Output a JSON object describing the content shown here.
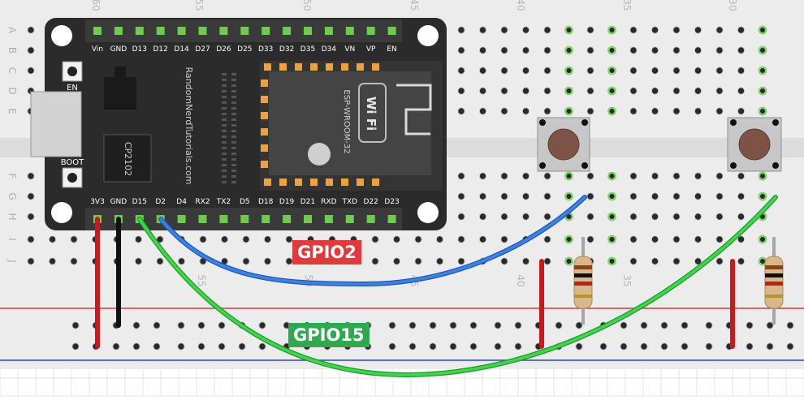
{
  "breadboard": {
    "row_letters": [
      "A",
      "B",
      "C",
      "D",
      "E",
      "F",
      "G",
      "H",
      "I",
      "J"
    ],
    "column_numbers_top": [
      "60",
      "55",
      "50",
      "45",
      "40",
      "35",
      "30"
    ],
    "column_numbers_bottom": [
      "55",
      "50",
      "45",
      "40",
      "35"
    ]
  },
  "board": {
    "top_pins": [
      "Vin",
      "GND",
      "D13",
      "D12",
      "D14",
      "D27",
      "D26",
      "D25",
      "D33",
      "D32",
      "D35",
      "D34",
      "VN",
      "VP",
      "EN"
    ],
    "bottom_pins": [
      "3V3",
      "GND",
      "D15",
      "D2",
      "D4",
      "RX2",
      "TX2",
      "D5",
      "D18",
      "D19",
      "D21",
      "RXD",
      "TXD",
      "D22",
      "D23"
    ],
    "en_label": "EN",
    "boot_label": "BOOT",
    "chip_label": "CP2102",
    "vertical_text": "RandomNerdTutorials.com",
    "module_label": "ESP-WROOM-32",
    "wifi_text": "Wi Fi"
  },
  "labels": {
    "gpio2": "GPIO2",
    "gpio15": "GPIO15"
  },
  "colors": {
    "board": "#2b2b2b",
    "pin_green": "#6ecb4d",
    "wire_blue": "#2f6fd0",
    "wire_green": "#2fc43a",
    "wire_red": "#c7191e",
    "wire_black": "#111111",
    "label_red": "#e23a3a",
    "label_green": "#2fa84f"
  }
}
